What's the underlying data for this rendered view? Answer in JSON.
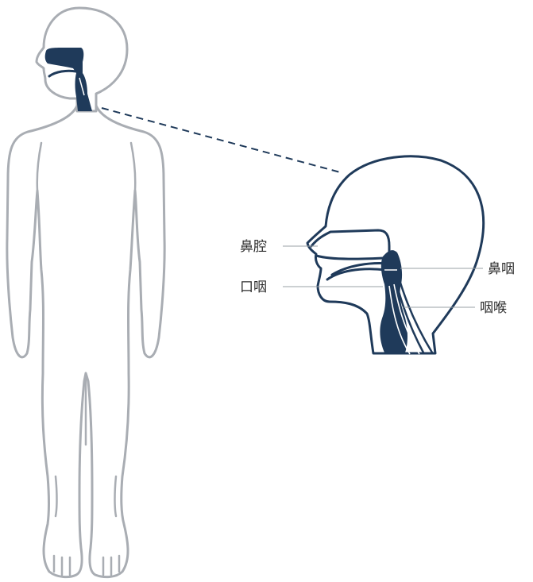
{
  "labels": {
    "nasal_cavity": "鼻腔",
    "oropharynx": "口咽",
    "nasopharynx": "鼻咽",
    "laryngopharynx": "咽喉"
  },
  "colors": {
    "airway_fill": "#1f3a5a",
    "body_outline": "#a9adb3",
    "leader_line": "#9aa0a6",
    "label_text": "#2b2b2b"
  }
}
